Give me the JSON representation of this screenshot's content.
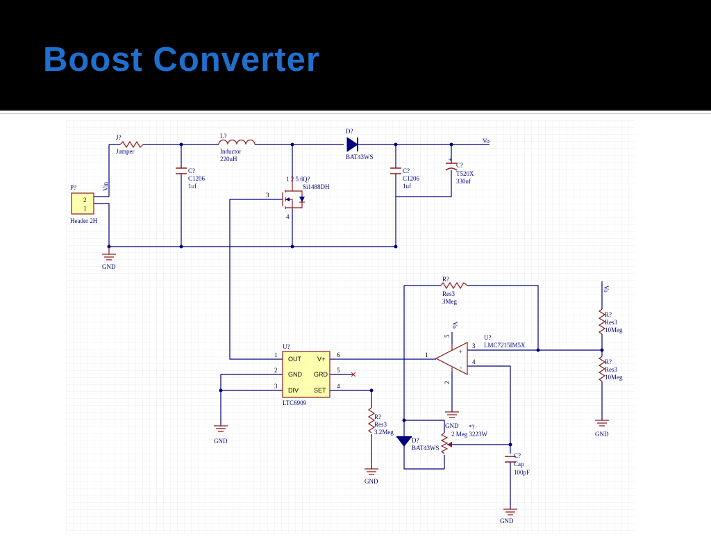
{
  "slide": {
    "title": "Boost Converter"
  },
  "schematic": {
    "j": {
      "designator": "J?",
      "value": "Jumper"
    },
    "p": {
      "designator": "P?",
      "pin2": "2",
      "pin1": "1",
      "value": "Header 2H"
    },
    "vin": "Vin",
    "c1": {
      "designator": "C?",
      "package": "C1206",
      "value": "1uf"
    },
    "l": {
      "designator": "L?",
      "name": "Inductor",
      "value": "220uH"
    },
    "q": {
      "designator": "Q?",
      "value": "Si1488DH",
      "gate_pin": "3"
    },
    "d1": {
      "designator": "D?",
      "value": "BAT43WS"
    },
    "c2": {
      "designator": "C?",
      "package": "C1206",
      "value": "1uf"
    },
    "c3": {
      "designator": "C?",
      "package": "T520X",
      "value": "330uf",
      "polarity": "+"
    },
    "vo": "Vo",
    "gnd": "GND",
    "u1": {
      "designator": "U?",
      "value": "LTC6909",
      "pins": [
        "OUT",
        "V+",
        "GND",
        "GRD",
        "DIV",
        "SET"
      ],
      "pin_numbers": [
        "1",
        "6",
        "2",
        "5",
        "3",
        "4"
      ]
    },
    "rset": {
      "designator": "R?",
      "type": "Res3",
      "value": "3.2Meg"
    },
    "rf": {
      "designator": "R?",
      "type": "Res3",
      "value": "3Meg"
    },
    "u2": {
      "designator": "U?",
      "value": "LMC7215IM5X",
      "pins": [
        "1",
        "2",
        "3",
        "4",
        "5"
      ],
      "plus": "+",
      "minus": "-"
    },
    "r10a": {
      "designator": "R?",
      "type": "Res3",
      "value": "10Meg"
    },
    "r10b": {
      "designator": "R?",
      "type": "Res3",
      "value": "10Meg"
    },
    "d2": {
      "designator": "D?",
      "value": "BAT43WS"
    },
    "pot": {
      "designator": "*?",
      "value": "2 Meg 3223W"
    },
    "c4": {
      "designator": "C?",
      "type": "Cap",
      "value": "100pF"
    }
  },
  "colors": {
    "title": "#1f6fcf",
    "wire": "#000080",
    "component": "#8b1a1a",
    "ground": "#8b1a1a",
    "ic_fill": "#ffffb0",
    "grid": "#ececec"
  }
}
